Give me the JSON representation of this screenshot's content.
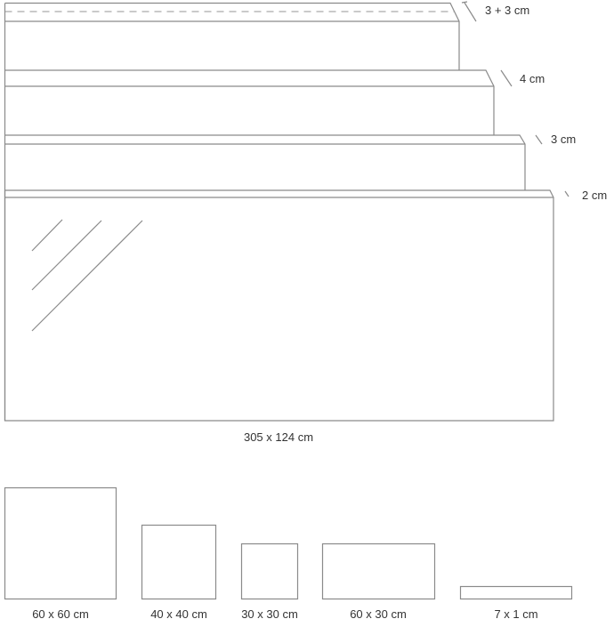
{
  "thickness_labels": [
    "3 + 3 cm",
    "4 cm",
    "3 cm",
    "2 cm"
  ],
  "slab_size_label": "305 x 124 cm",
  "tile_labels": [
    "60 x 60 cm",
    "40 x 40 cm",
    "30 x 30 cm",
    "60 x 30 cm",
    "7 x 1 cm"
  ],
  "stroke_color": "#8a8a8a"
}
